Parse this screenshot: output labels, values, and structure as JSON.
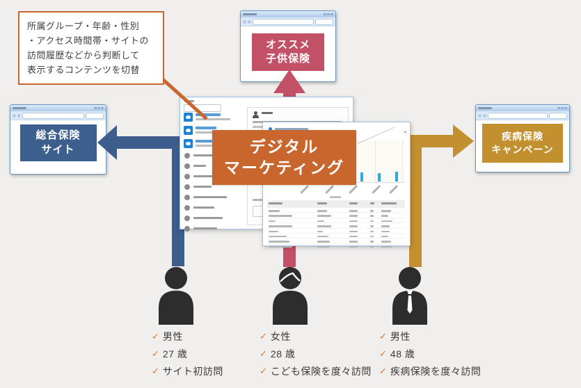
{
  "center_label": "デジタル\nマーケティング",
  "center_color": "#c8662d",
  "callout": {
    "text": "所属グループ・年齢・性別\n・アクセス時間帯・サイトの\n訪問履歴などから判断して\n表示するコンテンツを切替",
    "border_color": "#c8662d"
  },
  "destinations": {
    "left": {
      "label": "総合保険\nサイト",
      "color": "#3c5f8e",
      "arrow_color": "#3d5e8c"
    },
    "top": {
      "label": "オススメ\n子供保険",
      "color": "#c25066",
      "arrow_color": "#c25066"
    },
    "right": {
      "label": "疾病保険\nキャンペーン",
      "color": "#c2902f",
      "arrow_color": "#c2902f"
    }
  },
  "personas": [
    {
      "icon": "male-person",
      "attributes": [
        "男性",
        "27 歳",
        "サイト初訪問"
      ]
    },
    {
      "icon": "female-person",
      "attributes": [
        "女性",
        "28 歳",
        "こども保険を度々訪問"
      ]
    },
    {
      "icon": "male-person-tie",
      "attributes": [
        "男性",
        "48 歳",
        "疾病保険を度々訪問"
      ]
    }
  ],
  "ui": {
    "check_glyph": "✓",
    "check_color": "#e0762f",
    "close_glyph": "×",
    "person_color": "#2d2d2d",
    "background_color": "#f0efed"
  }
}
